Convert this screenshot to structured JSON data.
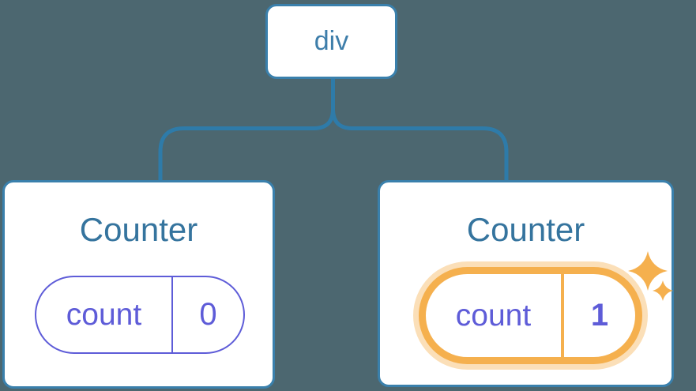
{
  "diagram": {
    "description": "React component tree: div root with two Counter children; second Counter's state is highlighted as newly updated",
    "root": {
      "label": "div"
    },
    "children": [
      {
        "title": "Counter",
        "state_key": "count",
        "state_value": "0",
        "highlighted": false
      },
      {
        "title": "Counter",
        "state_key": "count",
        "state_value": "1",
        "highlighted": true
      }
    ]
  },
  "icons": {
    "sparkle_large": "sparkle-icon",
    "sparkle_small": "sparkle-icon"
  },
  "colors": {
    "background": "#4C6770",
    "card_bg": "#FFFFFF",
    "line_blue": "#2E7BA9",
    "border_blue": "#3A80AC",
    "text_blue": "#35749E",
    "node_label_blue": "#3E7EAA",
    "purple": "#5E5CD8",
    "orange": "#F5B04E",
    "orange_glow": "rgba(245,176,78,0.4)"
  }
}
